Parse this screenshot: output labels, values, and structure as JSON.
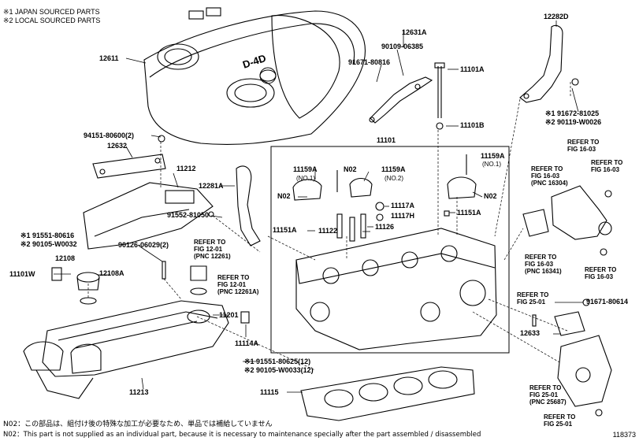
{
  "header": {
    "note1": "※1 JAPAN SOURCED PARTS",
    "note2": "※2 LOCAL SOURCED PARTS"
  },
  "footer": {
    "jp": "N02：この部品は、組付け後の特殊な加工が必要なため、単品では補給していません",
    "en": "N02：This part is not supplied as an individual part, because it is necessary to maintenance specially after the part assembled / disassembled",
    "figure_no": "118373"
  },
  "logo_text": "D-4D",
  "parts": {
    "p12611": "12611",
    "p12631A": "12631A",
    "p90109": "90109-06385",
    "p91671a": "91671-80816",
    "p11101A": "11101A",
    "p11101B": "11101B",
    "p12282D": "12282D",
    "p91672": "※1 91672-81025",
    "p90119": "※2 90119-W0026",
    "p94151": "94151-80600(2)",
    "p12632": "12632",
    "p11101": "11101",
    "p11159A_l": "11159A",
    "p11159A_l_sub": "(NO.1)",
    "pN02_a": "N02",
    "p11159A_m": "11159A",
    "p11159A_m_sub": "(NO.2)",
    "p11159A_r": "11159A",
    "p11159A_r_sub": "(NO.1)",
    "p11212": "11212",
    "p12281A": "12281A",
    "pN02_b": "N02",
    "pN02_c": "N02",
    "p11117A": "11117A",
    "p11117H": "11117H",
    "p11151A_r": "11151A",
    "p91552": "91552-81050",
    "p11151A_l": "11151A",
    "p11122": "11122",
    "p11126": "11126",
    "p91551a": "※1 91551-80616",
    "p90105a": "※2 90105-W0032",
    "p90126": "90126-06029(2)",
    "p12108": "12108",
    "p11101W": "11101W",
    "p12108A": "12108A",
    "p11201": "11201",
    "p11114A": "11114A",
    "p91551b": "※1 91551-80625(12)",
    "p90105b": "※2 90105-W0033(12)",
    "p11213": "11213",
    "p11115": "11115",
    "p12633": "12633",
    "p91671b": "91671-80614"
  },
  "refs": {
    "r1": [
      "REFER TO",
      "FIG 12-01",
      "(PNC 12261)"
    ],
    "r2": [
      "REFER TO",
      "FIG 12-01",
      "(PNC 12261A)"
    ],
    "r3": [
      "REFER TO",
      "FIG 16-03"
    ],
    "r4": [
      "REFER TO",
      "FIG 16-03"
    ],
    "r5": [
      "REFER TO",
      "FIG 16-03",
      "(PNC 16304)"
    ],
    "r6": [
      "REFER TO",
      "FIG 16-03",
      "(PNC 16341)"
    ],
    "r7": [
      "REFER TO",
      "FIG 16-03"
    ],
    "r8": [
      "REFER TO",
      "FIG 25-01"
    ],
    "r9": [
      "REFER TO",
      "FIG 25-01",
      "(PNC 25687)"
    ],
    "r10": [
      "REFER TO",
      "FIG 25-01"
    ]
  }
}
